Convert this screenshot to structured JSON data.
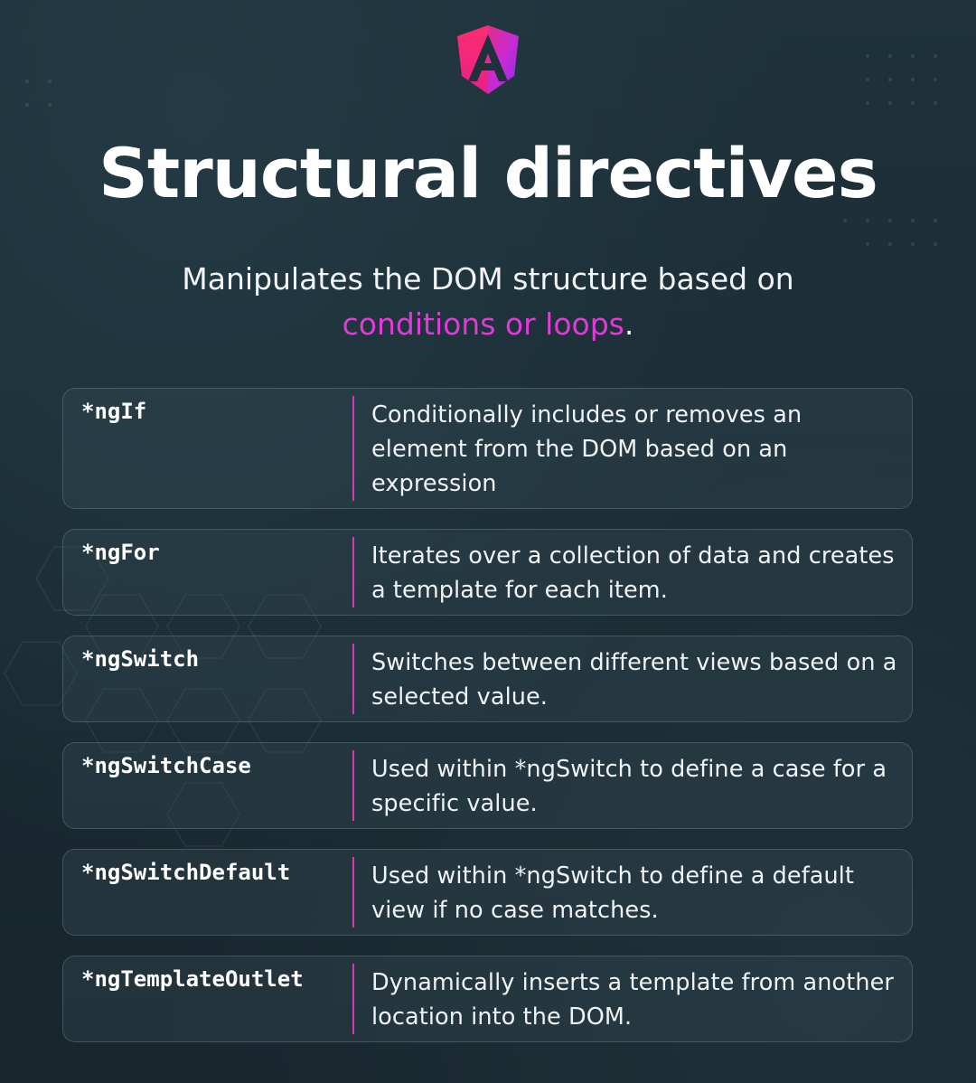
{
  "header": {
    "logo_icon": "angular-logo-icon",
    "title": "Structural directives",
    "subtitle_line1": "Manipulates the DOM structure based on",
    "subtitle_highlight": "conditions or loops",
    "subtitle_end": "."
  },
  "colors": {
    "accent_pink": "#e13ad9",
    "divider": "#d43bb0",
    "background": "#1c2d35"
  },
  "directives": [
    {
      "name": "*ngIf",
      "description": "Conditionally includes or removes an element from the DOM based on an expression"
    },
    {
      "name": "*ngFor",
      "description": "Iterates over a collection of data and creates a template for each item."
    },
    {
      "name": "*ngSwitch",
      "description": "Switches between different views based on a selected value."
    },
    {
      "name": "*ngSwitchCase",
      "description": "Used within *ngSwitch to define a case for a specific value."
    },
    {
      "name": "*ngSwitchDefault",
      "description": "Used within *ngSwitch to define a default view if no case matches."
    },
    {
      "name": "*ngTemplateOutlet",
      "description": "Dynamically inserts a template from another location into the DOM."
    }
  ]
}
